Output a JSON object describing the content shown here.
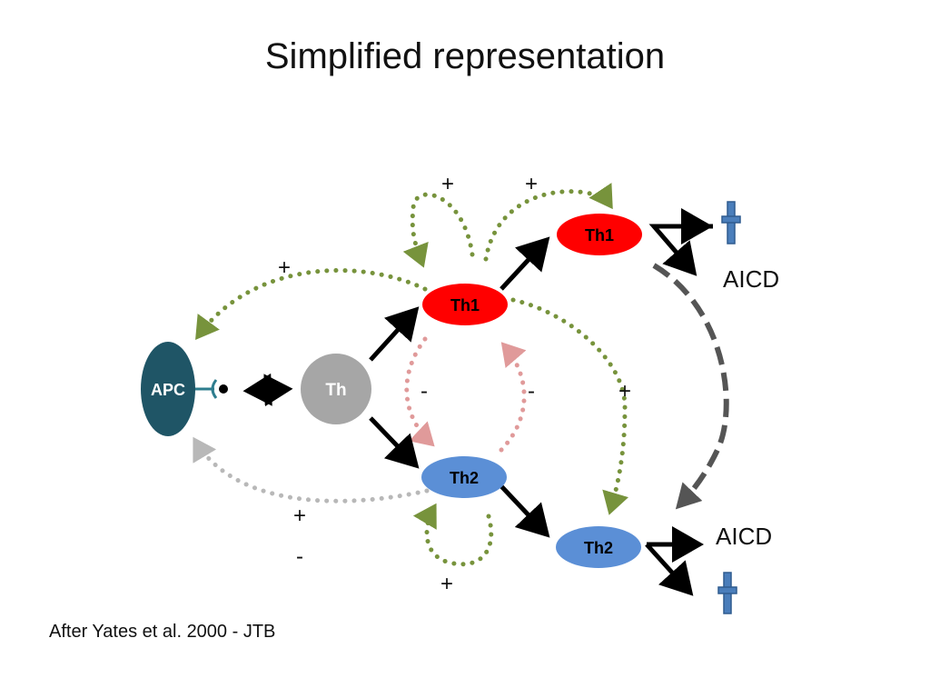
{
  "title": "Simplified representation",
  "citation": "After Yates et al. 2000 - JTB",
  "nodes": {
    "apc": "APC",
    "th": "Th",
    "th1_mid": "Th1",
    "th2_mid": "Th2",
    "th1_right": "Th1",
    "th2_right": "Th2"
  },
  "signs": {
    "plus_top_left": "+",
    "plus_top_right": "+",
    "plus_apc_feedback": "+",
    "minus_left": "-",
    "minus_right": "-",
    "plus_cross": "+",
    "plus_bottom_apc": "+",
    "minus_bottom_apc": "-",
    "plus_bottom_loop": "+"
  },
  "labels": {
    "aicd_top": "AICD",
    "aicd_bottom": "AICD"
  },
  "colors": {
    "apc": "#1f5566",
    "th": "#a6a6a6",
    "th1": "#ff0000",
    "th2": "#5b8fd6",
    "positive_feedback": "#77933c",
    "inhibition": "#e09a9a",
    "gray_feedback": "#b8b8b8",
    "aicd_dash": "#555555",
    "death_cross": "#4a7ebb"
  }
}
